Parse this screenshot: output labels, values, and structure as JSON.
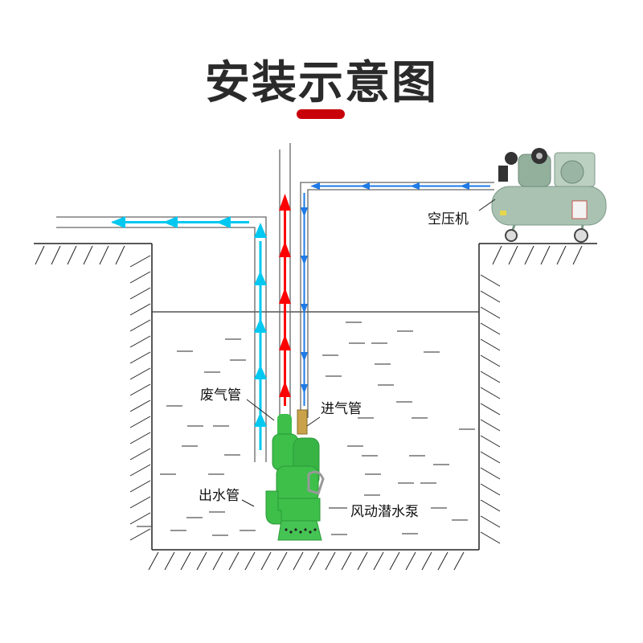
{
  "title": "安装示意图",
  "colors": {
    "title_bar": "#c8000a",
    "water_flow": "#00c8f0",
    "exhaust_flow": "#ff0000",
    "air_inlet_flow": "#1e7ae6",
    "pump_green": "#3dbf4a",
    "compressor_gray": "#a9c2b2"
  },
  "labels": {
    "compressor": "空压机",
    "exhaust_pipe": "废气管",
    "air_inlet_pipe": "进气管",
    "water_outlet_pipe": "出水管",
    "pump": "风动潜水泵"
  },
  "flows": [
    {
      "pipe": "water_outlet_pipe",
      "direction": "up then left",
      "color": "cyan"
    },
    {
      "pipe": "exhaust_pipe",
      "direction": "up",
      "color": "red"
    },
    {
      "pipe": "air_inlet_pipe",
      "direction": "left then down",
      "color": "blue"
    }
  ]
}
